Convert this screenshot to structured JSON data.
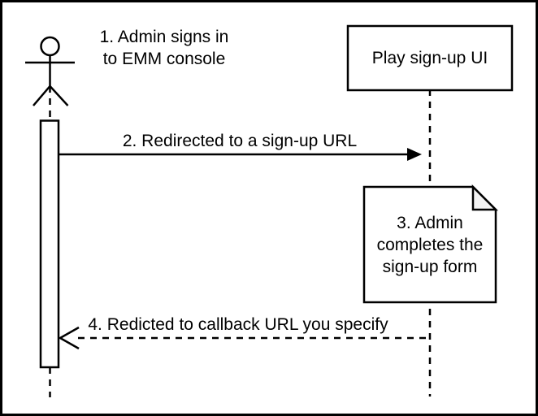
{
  "labels": {
    "actor": "1. Admin signs in\nto EMM console",
    "object_box": "Play sign-up UI",
    "message_2": "2. Redirected to a sign-up URL",
    "note": "3. Admin\ncompletes the\nsign-up form",
    "message_4": "4. Redicted to callback URL you specify"
  },
  "colors": {
    "stroke": "#000000",
    "background": "#ffffff",
    "note_fold": "#f2f2f2"
  }
}
